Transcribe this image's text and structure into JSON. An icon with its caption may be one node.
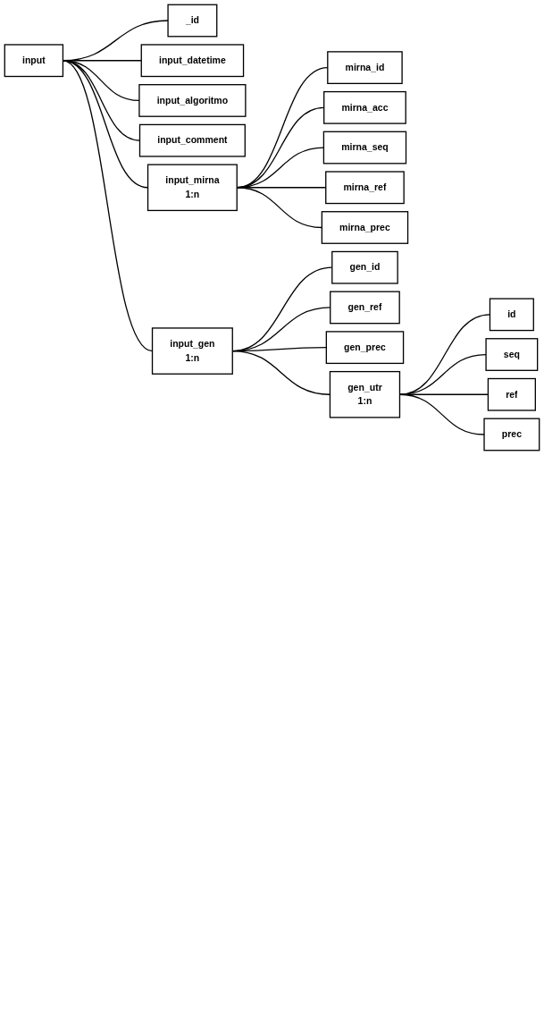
{
  "diagram": {
    "nodes": [
      {
        "text": [
          "input"
        ]
      },
      {
        "text": [
          "_id"
        ]
      },
      {
        "text": [
          "input_datetime"
        ]
      },
      {
        "text": [
          "input_algoritmo"
        ]
      },
      {
        "text": [
          "input_comment"
        ]
      },
      {
        "text": [
          "input_mirna",
          "1:n"
        ]
      },
      {
        "text": [
          "mirna_id"
        ]
      },
      {
        "text": [
          "mirna_acc"
        ]
      },
      {
        "text": [
          "mirna_seq"
        ]
      },
      {
        "text": [
          "mirna_ref"
        ]
      },
      {
        "text": [
          "mirna_prec"
        ]
      },
      {
        "text": [
          "input_gen",
          "1:n"
        ]
      },
      {
        "text": [
          "gen_id"
        ]
      },
      {
        "text": [
          "gen_ref"
        ]
      },
      {
        "text": [
          "gen_prec"
        ]
      },
      {
        "text": [
          "gen_utr",
          "1:n"
        ]
      },
      {
        "text": [
          "id"
        ]
      },
      {
        "text": [
          "seq"
        ]
      },
      {
        "text": [
          "ref"
        ]
      },
      {
        "text": [
          "prec"
        ]
      }
    ],
    "edges": [
      {
        "from": 0,
        "to": 1,
        "arrow": "none"
      },
      {
        "from": 0,
        "to": 2,
        "arrow": "none"
      },
      {
        "from": 0,
        "to": 3,
        "arrow": "none"
      },
      {
        "from": 0,
        "to": 4,
        "arrow": "none"
      },
      {
        "from": 0,
        "to": 5,
        "arrow": "none"
      },
      {
        "from": 5,
        "to": 6,
        "arrow": "none"
      },
      {
        "from": 5,
        "to": 7,
        "arrow": "none"
      },
      {
        "from": 5,
        "to": 8,
        "arrow": "none"
      },
      {
        "from": 5,
        "to": 9,
        "arrow": "none"
      },
      {
        "from": 5,
        "to": 10,
        "arrow": "none"
      },
      {
        "from": 0,
        "to": 11,
        "arrow": "none"
      },
      {
        "from": 11,
        "to": 12,
        "arrow": "none"
      },
      {
        "from": 11,
        "to": 13,
        "arrow": "none"
      },
      {
        "from": 11,
        "to": 14,
        "arrow": "none"
      },
      {
        "from": 11,
        "to": 15,
        "arrow": "none"
      },
      {
        "from": 15,
        "to": 16,
        "arrow": "none"
      },
      {
        "from": 15,
        "to": 17,
        "arrow": "none"
      },
      {
        "from": 15,
        "to": 18,
        "arrow": "none"
      },
      {
        "from": 15,
        "to": 19,
        "arrow": "none"
      }
    ]
  }
}
